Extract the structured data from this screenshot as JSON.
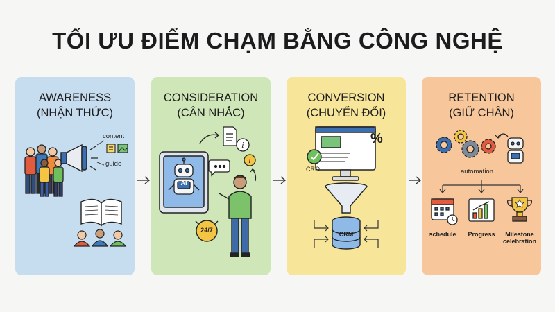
{
  "title": "TỐI ƯU ĐIỂM CHẠM BẰNG CÔNG NGHỆ",
  "stages": [
    {
      "line1": "AWARENESS",
      "line2": "(NHẬN THỨC)",
      "labels": {
        "content": "content",
        "guide": "guide"
      },
      "color": "#c6dcef"
    },
    {
      "line1": "CONSIDERATION",
      "line2": "(CÂN NHẮC)",
      "labels": {
        "ai": "AI",
        "support": "24/7"
      },
      "color": "#cfe6b9"
    },
    {
      "line1": "CONVERSION",
      "line2": "(CHUYỂN ĐỔI)",
      "labels": {
        "cro": "CRO",
        "percent": "%",
        "crm": "CRM"
      },
      "color": "#f7e59a"
    },
    {
      "line1": "RETENTION",
      "line2": "(GIỮ CHÂN)",
      "labels": {
        "automation": "automation",
        "schedule": "schedule",
        "progress": "Progress",
        "milestone_1": "Milestone",
        "milestone_2": "celebration"
      },
      "color": "#f7c69b"
    }
  ],
  "icons": [
    "megaphone-icon",
    "people-icon",
    "book-icon",
    "robot-icon",
    "chat-icon",
    "info-icon",
    "clock-icon",
    "monitor-icon",
    "funnel-icon",
    "database-icon",
    "gears-icon",
    "calendar-icon",
    "chart-icon",
    "trophy-icon",
    "arrow-right-icon"
  ]
}
